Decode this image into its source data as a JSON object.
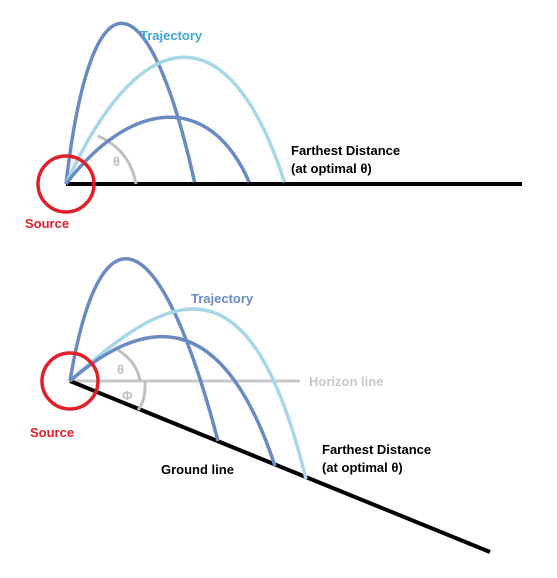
{
  "colors": {
    "source": "#e0202a",
    "trajectory_dark": "#6a8bc2",
    "trajectory_light": "#a8d8e8",
    "trajectory_label_top": "#3fa6d8",
    "trajectory_label_bottom": "#6a8bc2",
    "angle": "#c0c0c0",
    "horizon": "#c8c8c8",
    "ground": "#000000",
    "text": "#000000"
  },
  "top_diagram": {
    "trajectory_label": "Trajectory",
    "source_label": "Source",
    "theta_symbol": "θ",
    "farthest_line1": "Farthest Distance",
    "farthest_line2": "(at optimal θ)"
  },
  "bottom_diagram": {
    "trajectory_label": "Trajectory",
    "source_label": "Source",
    "theta_symbol": "θ",
    "phi_symbol": "Φ",
    "horizon_label": "Horizon line",
    "ground_label": "Ground line",
    "farthest_line1": "Farthest Distance",
    "farthest_line2": "(at optimal θ)"
  }
}
